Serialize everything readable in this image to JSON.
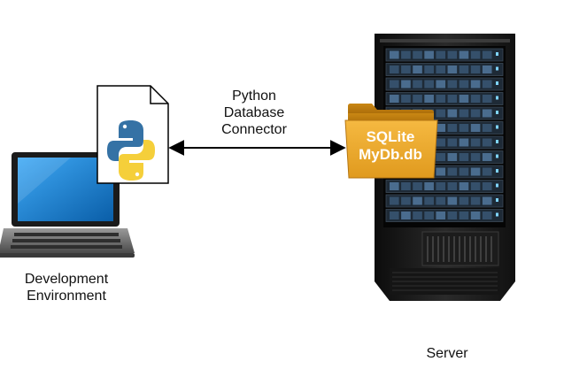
{
  "diagram": {
    "laptop": {
      "label_lines": [
        "Development",
        "Environment"
      ]
    },
    "python_file": {
      "icon": "python-logo-icon"
    },
    "connection": {
      "label_lines": [
        "Python",
        "Database",
        "Connector"
      ],
      "direction": "bidirectional"
    },
    "database": {
      "icon": "folder-icon",
      "label_lines": [
        "SQLite",
        "MyDb.db"
      ],
      "color": "#e09a1e"
    },
    "server": {
      "label": "Server",
      "icon": "server-rack-icon"
    }
  }
}
